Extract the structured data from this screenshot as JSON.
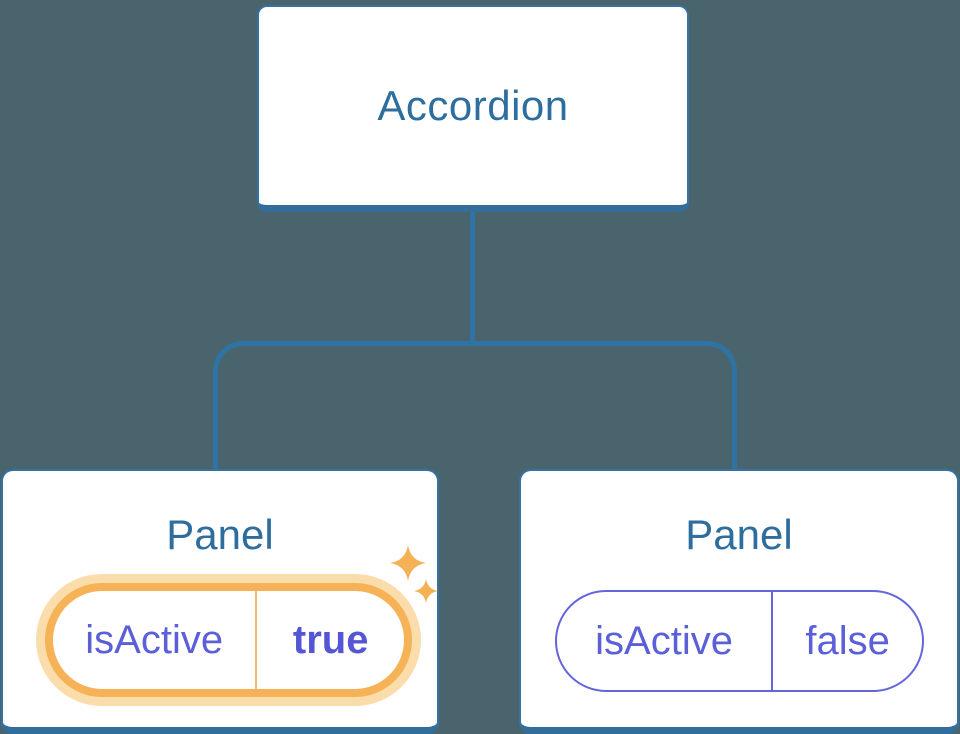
{
  "diagram": {
    "root": {
      "label": "Accordion"
    },
    "panels": [
      {
        "label": "Panel",
        "prop_name": "isActive",
        "prop_value": "true",
        "state": "active",
        "has_sparkles": true
      },
      {
        "label": "Panel",
        "prop_name": "isActive",
        "prop_value": "false",
        "state": "inactive",
        "has_sparkles": false
      }
    ],
    "colors": {
      "background": "#4A646D",
      "connector": "#2E73A3",
      "box_border": "#3571A1",
      "box_border_bottom": "#336D9C",
      "box_fill": "#FFFFFF",
      "title_text": "#2D6E9E",
      "prop_text": "#5B5FD8",
      "prop_value_bold": "#5456D4",
      "active_ring": "#F5B256",
      "active_halo": "#FBDCAB",
      "active_divider": "#F3BC68",
      "sparkle": "#F5B156"
    }
  }
}
